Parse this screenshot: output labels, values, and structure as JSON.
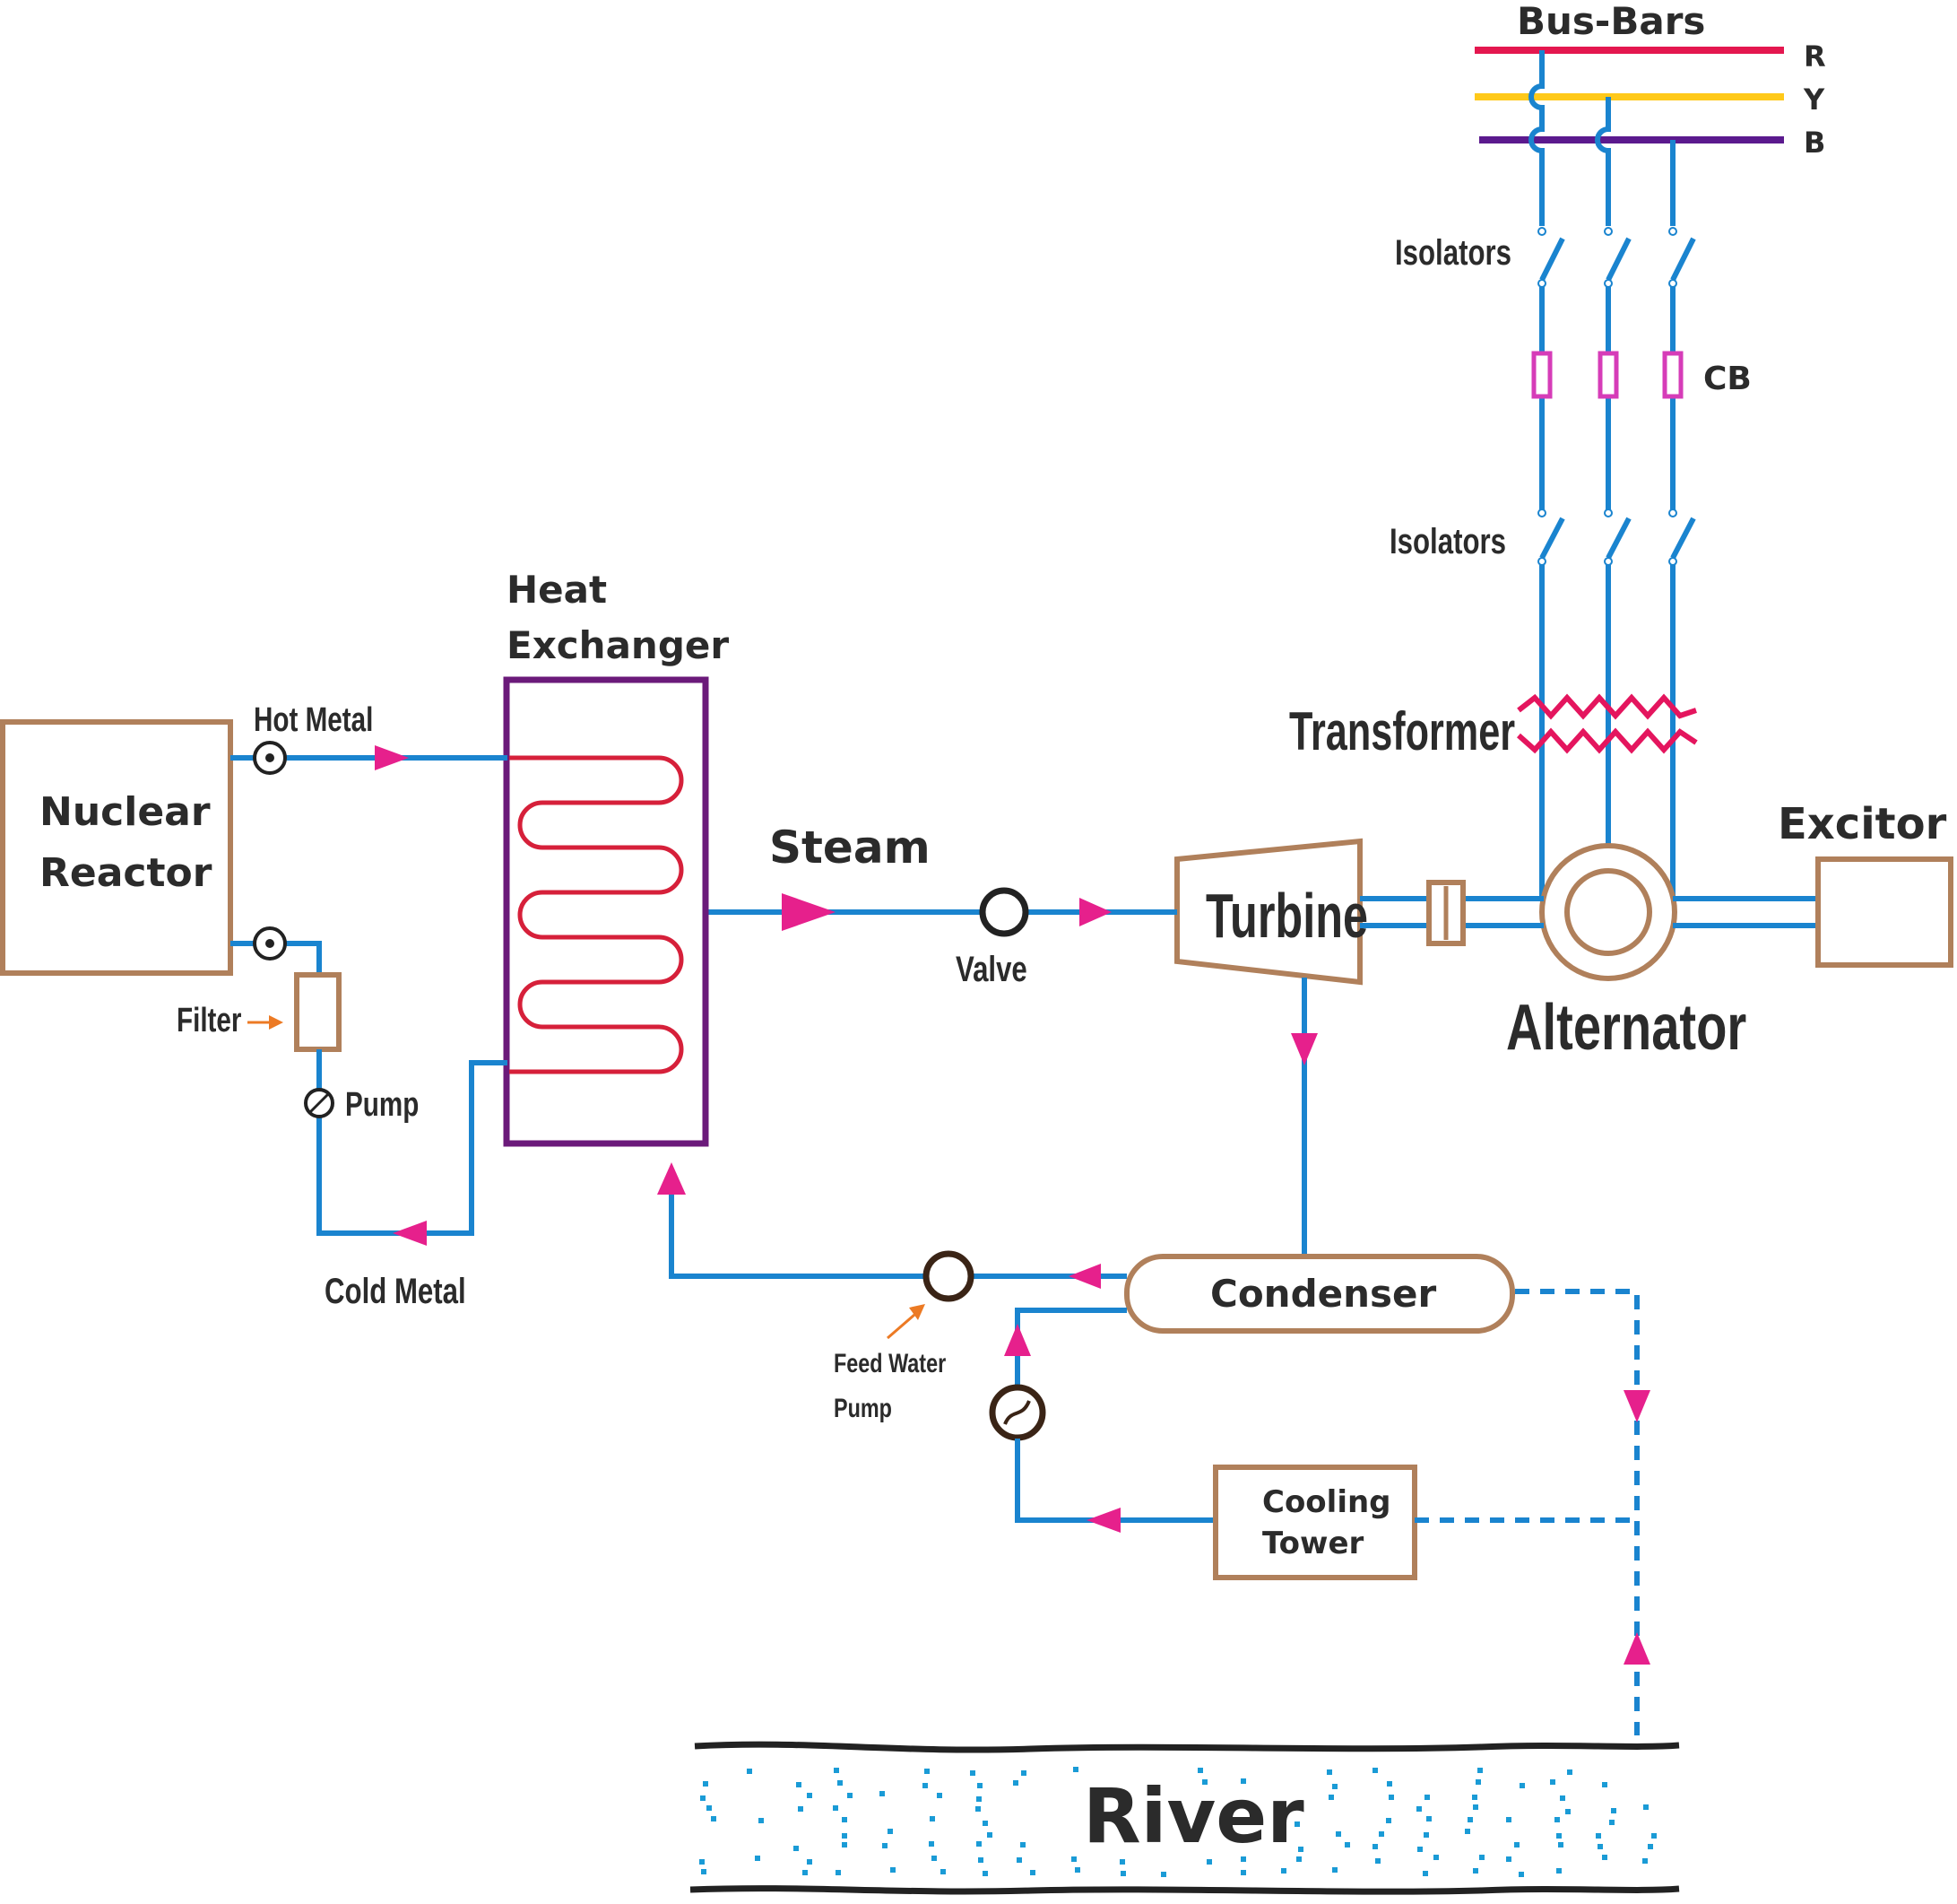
{
  "title": "Bus-Bars",
  "phases": {
    "r": "R",
    "y": "Y",
    "b": "B"
  },
  "labels": {
    "isolators_top": "Isolators",
    "isolators_bottom": "Isolators",
    "cb": "CB",
    "transformer": "Transformer",
    "excitor": "Excitor",
    "alternator": "Alternator",
    "turbine": "Turbine",
    "steam": "Steam",
    "valve": "Valve",
    "heat_exchanger_line1": "Heat",
    "heat_exchanger_line2": "Exchanger",
    "reactor_line1": "Nuclear",
    "reactor_line2": "Reactor",
    "hot_metal": "Hot Metal",
    "cold_metal": "Cold Metal",
    "filter": "Filter",
    "pump": "Pump",
    "condenser": "Condenser",
    "feed_water_pump_line1": "Feed Water",
    "feed_water_pump_line2": "Pump",
    "cooling_tower_line1": "Cooling",
    "cooling_tower_line2": "Tower",
    "river": "River"
  },
  "colors": {
    "pipe": "#1a84cf",
    "equipment_outline": "#b0805b",
    "heat_exchanger_outline": "#6b1a7a",
    "heat_exchanger_coil": "#d6203a",
    "flow_arrow": "#e6208c",
    "pointer_arrow": "#ec7a24",
    "bus_r": "#e4174f",
    "bus_y": "#ffc91a",
    "bus_b": "#5b1a8e",
    "circuit_breaker": "#d63cb8",
    "transformer_winding": "#e4155e",
    "river_dots": "#1a9bd6"
  }
}
